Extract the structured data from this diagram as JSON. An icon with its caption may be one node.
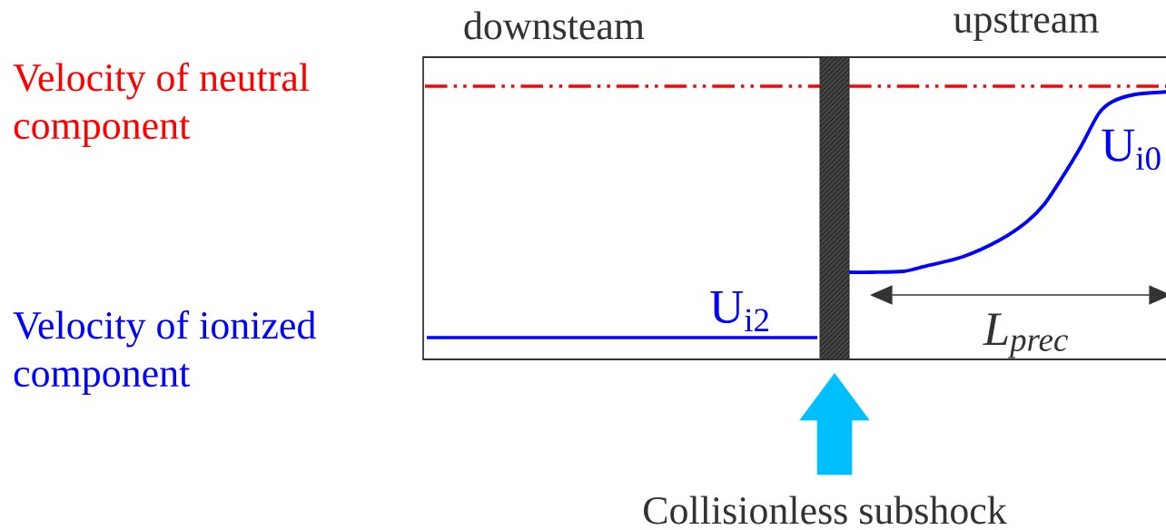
{
  "diagram": {
    "nodes": [
      {
        "text": [
          "Collisionless subshock"
        ]
      },
      {
        "text": [],
        "shape": "bar"
      }
    ],
    "edges": [
      {
        "from": 0,
        "to": 1,
        "arrow": "to"
      }
    ],
    "labels": [
      "Velocity of neutral component",
      "Velocity of ionized component",
      "downsteam",
      "upstream",
      "U$_{i2}$",
      "U$_{i0}$",
      "L$_{prec}$"
    ]
  }
}
